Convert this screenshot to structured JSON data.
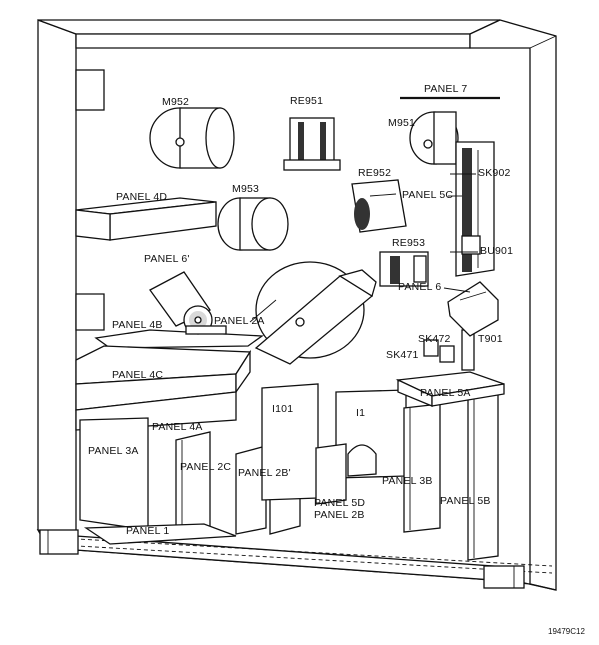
{
  "labels": {
    "panel_7": "PANEL 7",
    "m952": "M952",
    "re951": "RE951",
    "m951": "M951",
    "sk902": "SK902",
    "re952": "RE952",
    "panel_5c": "PANEL 5C",
    "panel_4d": "PANEL 4D",
    "m953": "M953",
    "re953": "RE953",
    "bu901": "BU901",
    "panel_6_prime": "PANEL 6'",
    "panel_6": "PANEL 6",
    "panel_4b": "PANEL 4B",
    "panel_2a": "PANEL 2A",
    "sk472": "SK472",
    "t901": "T901",
    "sk471": "SK471",
    "panel_4c": "PANEL 4C",
    "panel_5a": "PANEL 5A",
    "i101": "I101",
    "i1": "I1",
    "panel_4a": "PANEL 4A",
    "panel_3a": "PANEL 3A",
    "panel_2c": "PANEL 2C",
    "panel_2b_prime": "PANEL 2B'",
    "panel_3b": "PANEL 3B",
    "panel_5b": "PANEL 5B",
    "panel_5d": "PANEL 5D",
    "panel_2b": "PANEL 2B",
    "panel_1": "PANEL 1"
  },
  "figure_code": "19479C12"
}
